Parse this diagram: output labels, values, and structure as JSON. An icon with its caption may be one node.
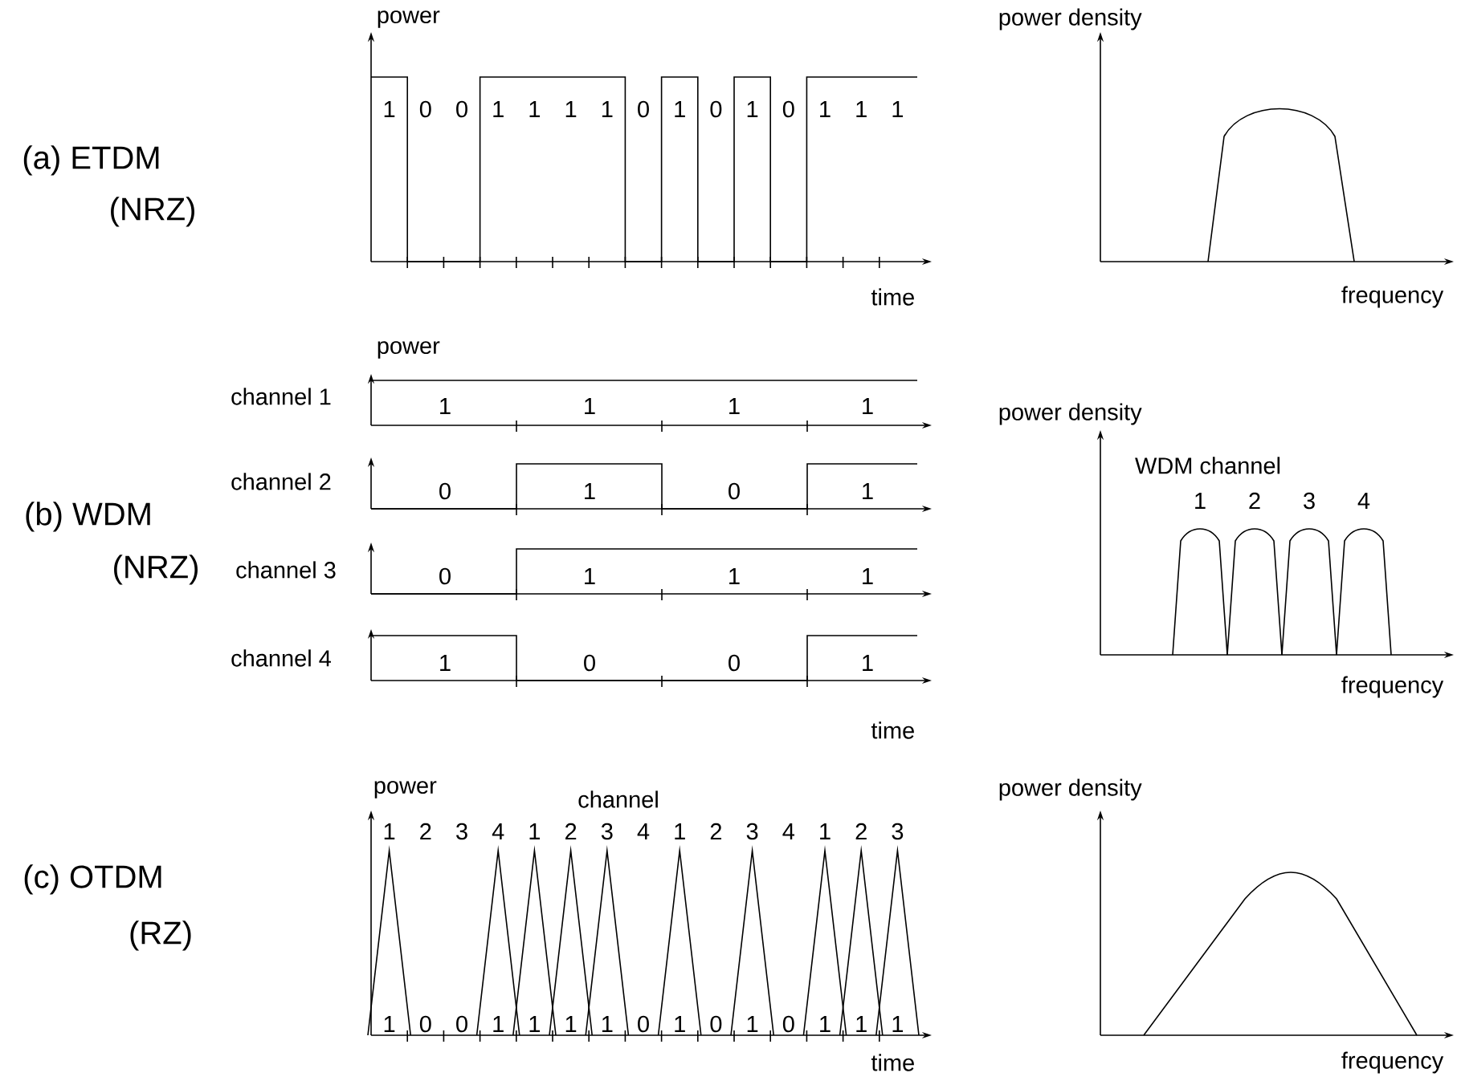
{
  "diagram": {
    "labels": [
      "power",
      "power density",
      "(a) ETDM",
      "(NRZ)",
      "1",
      "0",
      "0",
      "1",
      "1",
      "1",
      "1",
      "0",
      "1",
      "0",
      "1",
      "0",
      "1",
      "1",
      "1",
      "time",
      "frequency",
      "power",
      "channel 1",
      "1",
      "1",
      "1",
      "1",
      "power density",
      "WDM channel",
      "channel 2",
      "0",
      "1",
      "0",
      "1",
      "1",
      "2",
      "3",
      "4",
      "(b) WDM",
      "channel 3",
      "(NRZ)",
      "0",
      "1",
      "1",
      "1",
      "channel 4",
      "1",
      "0",
      "0",
      "1",
      "frequency",
      "time",
      "power",
      "power density",
      "channel",
      "1",
      "2",
      "3",
      "4",
      "1",
      "2",
      "3",
      "4",
      "1",
      "2",
      "3",
      "4",
      "1",
      "2",
      "3",
      "(c) OTDM",
      "(RZ)",
      "1",
      "0",
      "0",
      "1",
      "1",
      "1",
      "1",
      "0",
      "1",
      "0",
      "1",
      "0",
      "1",
      "1",
      "1",
      "time",
      "frequency"
    ]
  }
}
